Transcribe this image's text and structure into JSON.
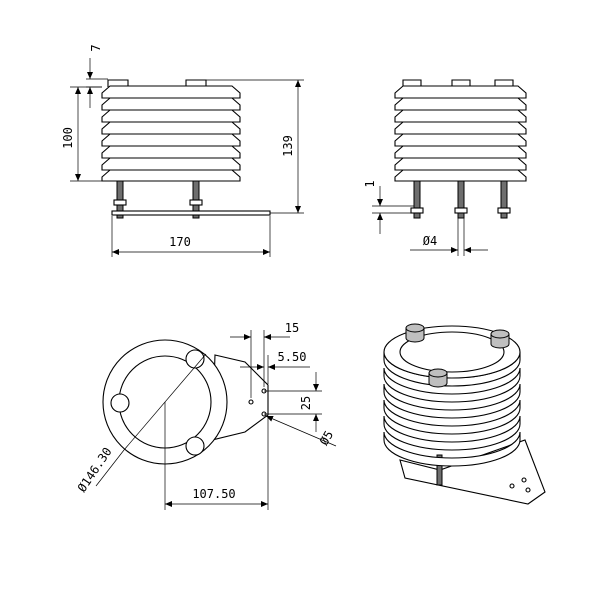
{
  "front_view": {
    "dim_top_gap": "7",
    "dim_height_stack": "100",
    "dim_total_height": "139",
    "dim_width": "170"
  },
  "side_view": {
    "dim_offset": "1",
    "dim_rod_diameter": "Ø4"
  },
  "plan_view": {
    "dim_hole_spacing": "15",
    "dim_hole_offset": "5.50",
    "dim_vertical": "25",
    "dim_hole_diameter": "Ø5",
    "dim_circle_diameter": "Ø146.30",
    "dim_center_distance": "107.50"
  }
}
